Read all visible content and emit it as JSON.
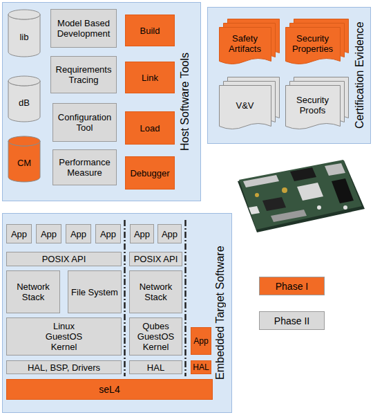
{
  "diagram": {
    "nodes": [
      {
        "text": [
          "Host Software Tools"
        ]
      },
      {
        "text": [
          "lib"
        ],
        "in": 0
      },
      {
        "text": [
          "Model Based Development"
        ],
        "in": 0
      },
      {
        "text": [
          "Build"
        ],
        "in": 0
      },
      {
        "text": [
          "dB"
        ],
        "in": 0
      },
      {
        "text": [
          "Requirements Tracing"
        ],
        "in": 0
      },
      {
        "text": [
          "Link"
        ],
        "in": 0
      },
      {
        "text": [
          "Configuration Tool"
        ],
        "in": 0
      },
      {
        "text": [
          "CM"
        ],
        "in": 0
      },
      {
        "text": [
          "Load"
        ],
        "in": 0
      },
      {
        "text": [
          "Performance Measure"
        ],
        "in": 0
      },
      {
        "text": [
          "Debugger"
        ],
        "in": 0
      },
      {
        "text": [
          "Certification Evidence"
        ]
      },
      {
        "text": [
          "Safety Artifacts"
        ],
        "in": 12
      },
      {
        "text": [
          "Security Properties"
        ],
        "in": 12
      },
      {
        "text": [
          "V&V"
        ],
        "in": 12
      },
      {
        "text": [
          "Security Proofs"
        ],
        "in": 12
      },
      {
        "text": [
          "Embedded Target Software"
        ]
      },
      {
        "text": [
          "App"
        ],
        "in": 17
      },
      {
        "text": [
          "App"
        ],
        "in": 17
      },
      {
        "text": [
          "App"
        ],
        "in": 17
      },
      {
        "text": [
          "App"
        ],
        "in": 17
      },
      {
        "text": [
          "App"
        ],
        "in": 17
      },
      {
        "text": [
          "App"
        ],
        "in": 17
      },
      {
        "text": [
          "POSIX API"
        ],
        "in": 17
      },
      {
        "text": [
          "POSIX API"
        ],
        "in": 17
      },
      {
        "text": [
          "Network Stack"
        ],
        "in": 17
      },
      {
        "text": [
          "File System"
        ],
        "in": 17
      },
      {
        "text": [
          "Network Stack"
        ],
        "in": 17
      },
      {
        "text": [
          "Linux GuestOS Kernel"
        ],
        "in": 17
      },
      {
        "text": [
          "Qubes GuestOS Kernel"
        ],
        "in": 17
      },
      {
        "text": [
          "App"
        ],
        "in": 17
      },
      {
        "text": [
          "HAL, BSP, Drivers"
        ],
        "in": 17
      },
      {
        "text": [
          "HAL"
        ],
        "in": 17
      },
      {
        "text": [
          "HAL"
        ],
        "in": 17
      },
      {
        "text": [
          "seL4"
        ],
        "in": 17
      }
    ],
    "legend": [
      {
        "text": "Phase I",
        "color": "#f26b25"
      },
      {
        "text": "Phase II",
        "color": "#d9d9d9"
      }
    ]
  }
}
